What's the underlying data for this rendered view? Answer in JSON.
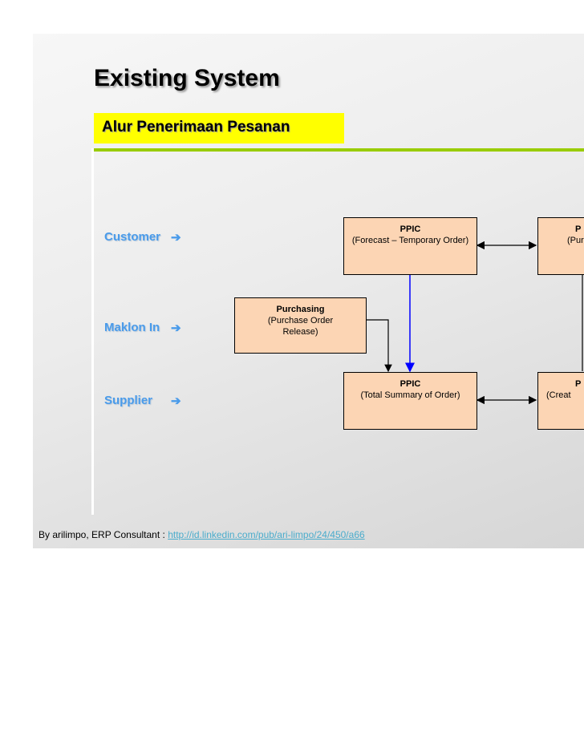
{
  "slide": {
    "title": "Existing System",
    "subtitle": "Alur Penerimaan Pesanan"
  },
  "sources": [
    {
      "label": "Customer",
      "arrow": "➔"
    },
    {
      "label": "Maklon In",
      "arrow": "➔"
    },
    {
      "label": "Supplier",
      "arrow": "➔"
    }
  ],
  "boxes": {
    "ppic_forecast": {
      "title": "PPIC",
      "desc": "(Forecast – Temporary Order)"
    },
    "ppic_summary": {
      "title": "PPIC",
      "desc": "(Total Summary of Order)"
    },
    "purchasing": {
      "title": "Purchasing",
      "desc": "(Purchase Order Release)"
    },
    "right_top": {
      "title": "P",
      "desc": "(Pur"
    },
    "right_bottom": {
      "title": "P",
      "desc": "(Creat"
    }
  },
  "footer": {
    "text": "By arilimpo, ERP Consultant : ",
    "link": "http://id.linkedin.com/pub/ari-limpo/24/450/a66"
  },
  "colors": {
    "box_fill": "#fcd5b4",
    "accent_green": "#99cc00",
    "highlight_yellow": "#ffff00",
    "source_blue": "#4a9bea",
    "connector_blue": "#0000ff"
  }
}
